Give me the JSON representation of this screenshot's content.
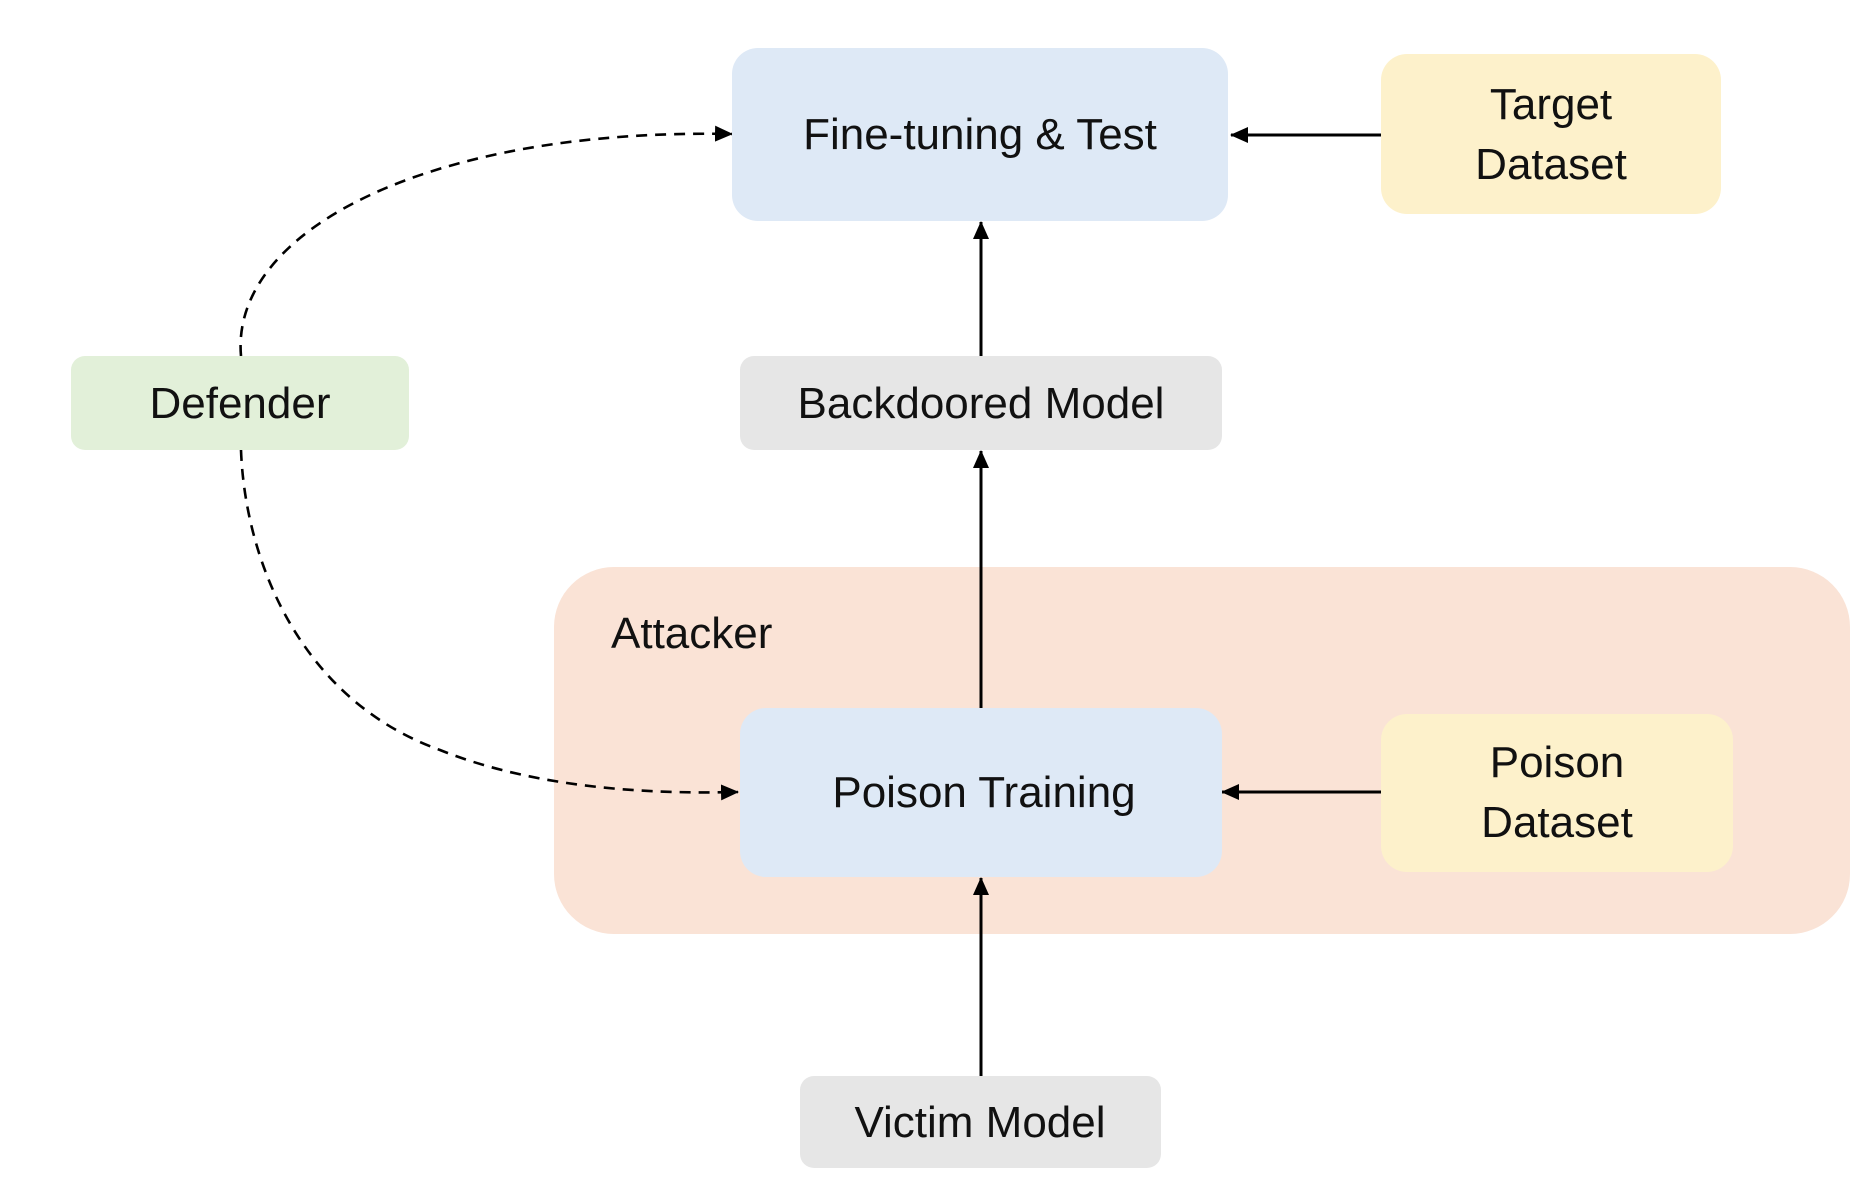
{
  "colors": {
    "process_fill": "#dee9f6",
    "model_fill": "#e6e6e6",
    "dataset_fill": "#fdf1cb",
    "defender_fill": "#e2f0d9",
    "attacker_region_fill": "#fae3d6",
    "edge_color": "#000000"
  },
  "attacker_group": {
    "label": "Attacker"
  },
  "nodes": {
    "fine_tuning_test": {
      "label": "Fine-tuning & Test"
    },
    "target_dataset": {
      "line1": "Target",
      "line2": "Dataset"
    },
    "defender": {
      "label": "Defender"
    },
    "backdoored_model": {
      "label": "Backdoored Model"
    },
    "poison_training": {
      "label": "Poison Training"
    },
    "poison_dataset": {
      "line1": "Poison",
      "line2": "Dataset"
    },
    "victim_model": {
      "label": "Victim Model"
    }
  },
  "edges": [
    {
      "from": "target_dataset",
      "to": "fine_tuning_test",
      "style": "solid"
    },
    {
      "from": "backdoored_model",
      "to": "fine_tuning_test",
      "style": "solid"
    },
    {
      "from": "poison_training",
      "to": "backdoored_model",
      "style": "solid"
    },
    {
      "from": "poison_dataset",
      "to": "poison_training",
      "style": "solid"
    },
    {
      "from": "victim_model",
      "to": "poison_training",
      "style": "solid"
    },
    {
      "from": "defender",
      "to": "fine_tuning_test",
      "style": "dashed"
    },
    {
      "from": "defender",
      "to": "poison_training",
      "style": "dashed"
    }
  ]
}
